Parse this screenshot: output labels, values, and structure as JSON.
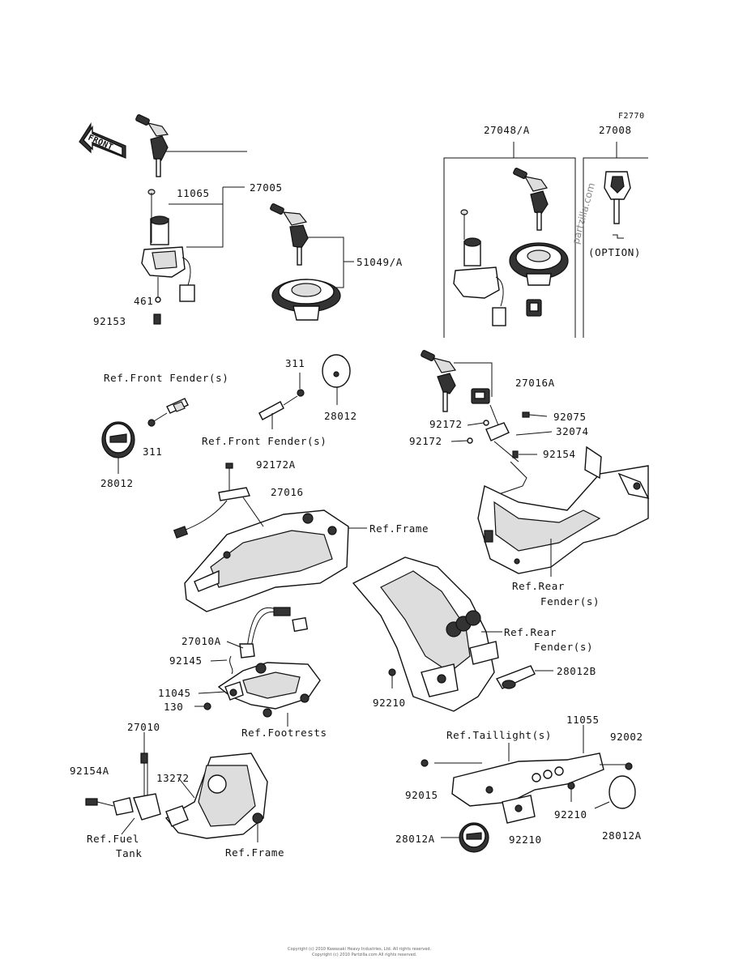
{
  "figure_code": "F2770",
  "front_label": "FRONT",
  "watermark": "partzilla.com",
  "option_label": "(OPTION)",
  "footer_line1": "Copyright (c) 2010 Kawasaki Heavy Industries, Ltd. All rights reserved.",
  "footer_line2": "Copyright (c) 2010 Partzilla.com All rights reserved.",
  "labels": {
    "p27048A": "27048/A",
    "p27008": "27008",
    "p11065": "11065",
    "p27005": "27005",
    "p51049A": "51049/A",
    "p461": "461",
    "p92153": "92153",
    "p311a": "311",
    "p28012a": "28012",
    "ref_front_fender_1": "Ref.Front Fender(s)",
    "ref_front_fender_2": "Ref.Front Fender(s)",
    "p311b": "311",
    "p28012b": "28012",
    "p27016A": "27016A",
    "p92172a": "92172",
    "p92075": "92075",
    "p32074": "32074",
    "p92172b": "92172",
    "p92154": "92154",
    "p92172A": "92172A",
    "p27016": "27016",
    "ref_frame_1": "Ref.Frame",
    "ref_rear_fender_1a": "Ref.Rear",
    "ref_rear_fender_1b": "Fender(s)",
    "ref_rear_fender_2a": "Ref.Rear",
    "ref_rear_fender_2b": "Fender(s)",
    "p28012B": "28012B",
    "p27010A": "27010A",
    "p92145": "92145",
    "p11045": "11045",
    "p130": "130",
    "ref_footrests": "Ref.Footrests",
    "p92210a": "92210",
    "p27010": "27010",
    "p11055": "11055",
    "ref_taillight": "Ref.Taillight(s)",
    "p92002": "92002",
    "p92154A": "92154A",
    "p13272": "13272",
    "p92015": "92015",
    "p92210b": "92210",
    "ref_fuel_tank_a": "Ref.Fuel",
    "ref_fuel_tank_b": "Tank",
    "ref_frame_2": "Ref.Frame",
    "p28012A_1": "28012A",
    "p92210c": "92210",
    "p28012A_2": "28012A"
  }
}
